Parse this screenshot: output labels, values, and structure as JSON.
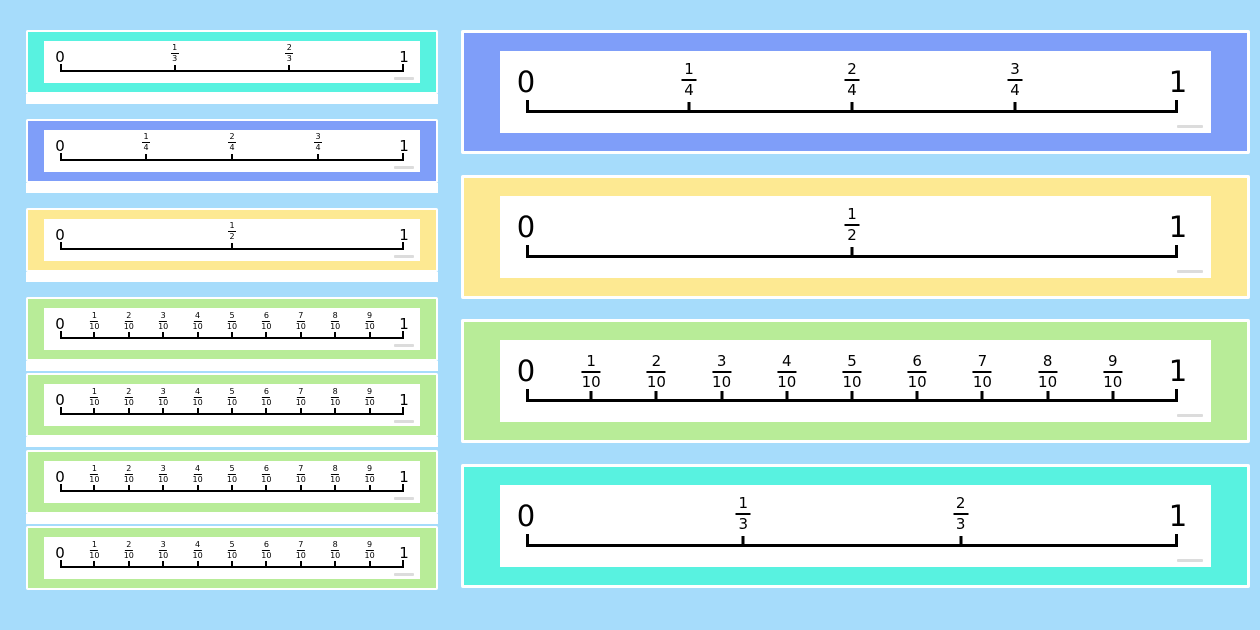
{
  "background_color": "#a6dcfb",
  "colors": {
    "turquoise": "#58f2e0",
    "periwinkle": "#7f9ef9",
    "yellow": "#fde992",
    "green": "#b8ec98"
  },
  "thumbnails": [
    {
      "color": "turquoise",
      "start": "0",
      "end": "1",
      "parts": 3,
      "numerators": [
        "1",
        "2"
      ],
      "denominator": "3"
    },
    {
      "color": "periwinkle",
      "start": "0",
      "end": "1",
      "parts": 4,
      "numerators": [
        "1",
        "2",
        "3"
      ],
      "denominator": "4"
    },
    {
      "color": "yellow",
      "start": "0",
      "end": "1",
      "parts": 2,
      "numerators": [
        "1"
      ],
      "denominator": "2"
    },
    {
      "color": "green",
      "start": "0",
      "end": "1",
      "parts": 10,
      "numerators": [
        "1",
        "2",
        "3",
        "4",
        "5",
        "6",
        "7",
        "8",
        "9"
      ],
      "denominator": "10"
    },
    {
      "color": "green",
      "start": "0",
      "end": "1",
      "parts": 10,
      "numerators": [
        "1",
        "2",
        "3",
        "4",
        "5",
        "6",
        "7",
        "8",
        "9"
      ],
      "denominator": "10"
    },
    {
      "color": "green",
      "start": "0",
      "end": "1",
      "parts": 10,
      "numerators": [
        "1",
        "2",
        "3",
        "4",
        "5",
        "6",
        "7",
        "8",
        "9"
      ],
      "denominator": "10"
    },
    {
      "color": "green",
      "start": "0",
      "end": "1",
      "parts": 10,
      "numerators": [
        "1",
        "2",
        "3",
        "4",
        "5",
        "6",
        "7",
        "8",
        "9"
      ],
      "denominator": "10"
    }
  ],
  "cards": [
    {
      "color": "periwinkle",
      "start": "0",
      "end": "1",
      "parts": 4,
      "numerators": [
        "1",
        "2",
        "3"
      ],
      "denominator": "4"
    },
    {
      "color": "yellow",
      "start": "0",
      "end": "1",
      "parts": 2,
      "numerators": [
        "1"
      ],
      "denominator": "2"
    },
    {
      "color": "green",
      "start": "0",
      "end": "1",
      "parts": 10,
      "numerators": [
        "1",
        "2",
        "3",
        "4",
        "5",
        "6",
        "7",
        "8",
        "9"
      ],
      "denominator": "10"
    },
    {
      "color": "turquoise",
      "start": "0",
      "end": "1",
      "parts": 3,
      "numerators": [
        "1",
        "2"
      ],
      "denominator": "3"
    }
  ]
}
